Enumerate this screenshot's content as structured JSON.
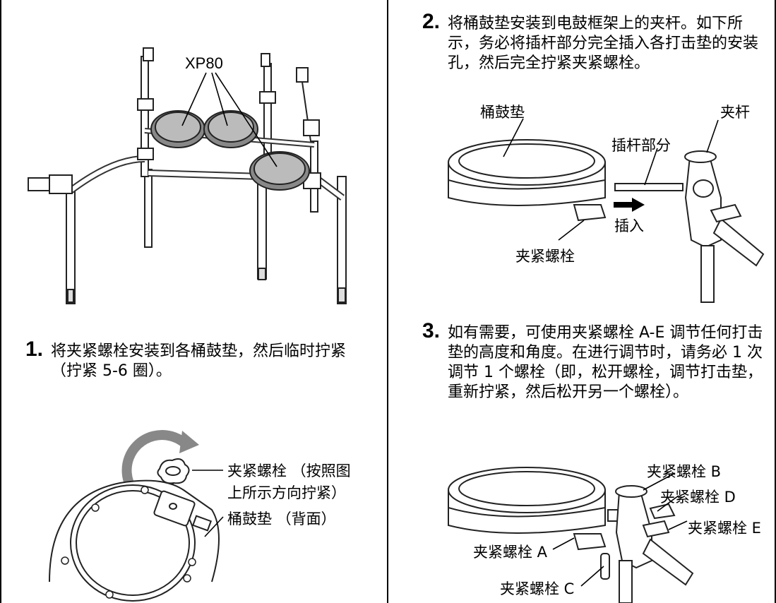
{
  "left": {
    "figure1": {
      "label_xp80": "XP80"
    },
    "step1": {
      "number": "1.",
      "text": "将夹紧螺栓安装到各桶鼓垫，然后临时拧紧 （拧紧 5-6 圈）。"
    },
    "figure2": {
      "label_bolt": "夹紧螺栓 （按照图",
      "label_bolt_2": "上所示方向拧紧）",
      "label_pad": "桶鼓垫 （背面）"
    }
  },
  "right": {
    "step2": {
      "number": "2.",
      "text": "将桶鼓垫安装到电鼓框架上的夹杆。如下所示，务必将插杆部分完全插入各打击垫的安装孔，然后完全拧紧夹紧螺栓。"
    },
    "figure3": {
      "label_pad": "桶鼓垫",
      "label_rod": "夹杆",
      "label_insert_part": "插杆部分",
      "label_insert": "插入",
      "label_bolt": "夹紧螺栓"
    },
    "step3": {
      "number": "3.",
      "text": "如有需要，可使用夹紧螺栓 A-E 调节任何打击垫的高度和角度。在进行调节时，请务必 1 次调节 1 个螺栓（即，松开螺栓，调节打击垫，重新拧紧，然后松开另一个螺栓）。"
    },
    "figure4": {
      "bolt_a": "夹紧螺栓 A",
      "bolt_b": "夹紧螺栓 B",
      "bolt_c": "夹紧螺栓 C",
      "bolt_d": "夹紧螺栓 D",
      "bolt_e": "夹紧螺栓 E"
    }
  }
}
